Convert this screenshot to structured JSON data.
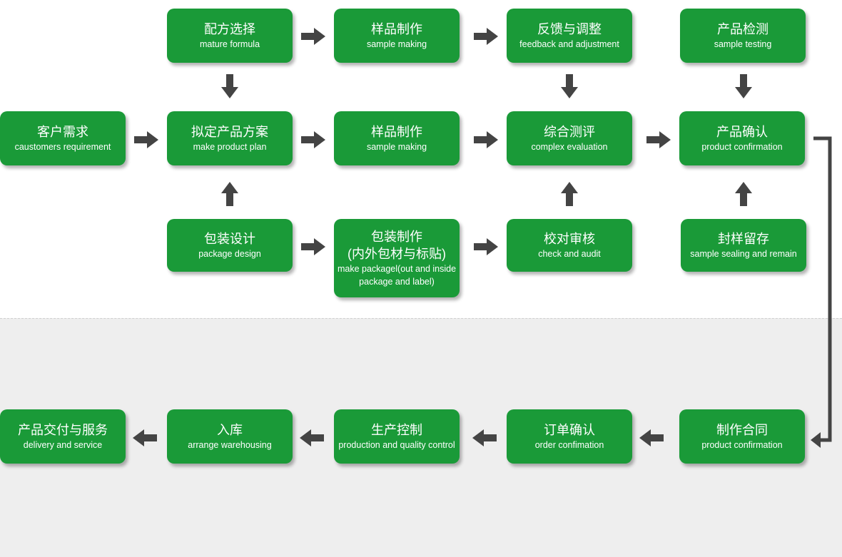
{
  "colors": {
    "node": "#1a9a38",
    "arrow": "#444444",
    "band": "#eeeeee"
  },
  "nodes": {
    "mature_formula": {
      "zh": "配方选择",
      "en": "mature formula"
    },
    "sample_making_top": {
      "zh": "样品制作",
      "en": "sample making"
    },
    "feedback_adjustment": {
      "zh": "反馈与调整",
      "en": "feedback and adjustment"
    },
    "sample_testing": {
      "zh": "产品检测",
      "en": "sample testing"
    },
    "customer_requirement": {
      "zh": "客户需求",
      "en": "caustomers requirement"
    },
    "make_product_plan": {
      "zh": "拟定产品方案",
      "en": "make product plan"
    },
    "sample_making_mid": {
      "zh": "样品制作",
      "en": "sample making"
    },
    "complex_evaluation": {
      "zh": "综合测评",
      "en": "complex evaluation"
    },
    "product_confirmation": {
      "zh": "产品确认",
      "en": "product confirmation"
    },
    "package_design": {
      "zh": "包装设计",
      "en": "package design"
    },
    "package_making": {
      "zh": "包装制作",
      "zh2": "(内外包材与标贴)",
      "en": "make packagel(out and inside",
      "en2": "package and label)"
    },
    "check_audit": {
      "zh": "校对审核",
      "en": "check and audit"
    },
    "sample_sealing": {
      "zh": "封样留存",
      "en": "sample sealing and remain"
    },
    "delivery_service": {
      "zh": "产品交付与服务",
      "en": "delivery and service"
    },
    "warehousing": {
      "zh": "入库",
      "en": "arrange warehousing"
    },
    "production": {
      "zh": "生产控制",
      "en": "production and quality control"
    },
    "order_confirmation": {
      "zh": "订单确认",
      "en": "order confimation"
    },
    "contract": {
      "zh": "制作合同",
      "en": "product confirmation"
    }
  }
}
